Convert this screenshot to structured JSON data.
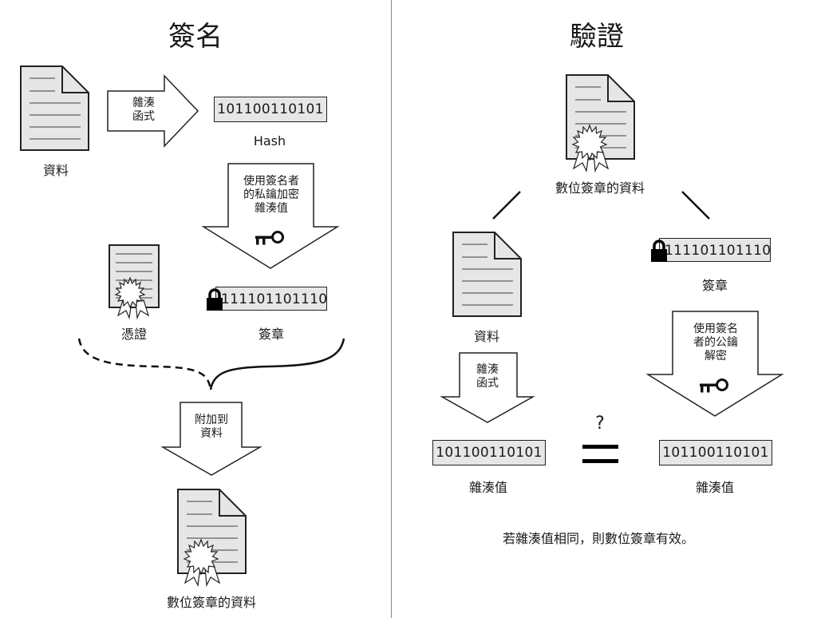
{
  "sign": {
    "title": "簽名",
    "data_label": "資料",
    "hash_fn_label": "雜湊\n函式",
    "hash_value": "101100110101",
    "hash_label": "Hash",
    "encrypt_label": "使用簽名者\n的私鑰加密\n雜湊值",
    "certificate_label": "憑證",
    "signature_value": "111101101110",
    "signature_label": "簽章",
    "attach_label": "附加到\n資料",
    "signed_data_label": "數位簽章的資料"
  },
  "verify": {
    "title": "驗證",
    "signed_data_label": "數位簽章的資料",
    "data_label": "資料",
    "signature_value": "111101101110",
    "signature_label": "簽章",
    "hash_fn_label": "雜湊\n函式",
    "decrypt_label": "使用簽名\n者的公鑰\n解密",
    "hash_value_left": "101100110101",
    "hash_value_right": "101100110101",
    "hash_label_left": "雜湊值",
    "hash_label_right": "雜湊值",
    "question_mark": "?",
    "conclusion": "若雜湊值相同，則數位簽章有效。"
  },
  "colors": {
    "doc_fill": "#e6e6e6",
    "stroke": "#222222",
    "divider": "#8a8a8a"
  }
}
